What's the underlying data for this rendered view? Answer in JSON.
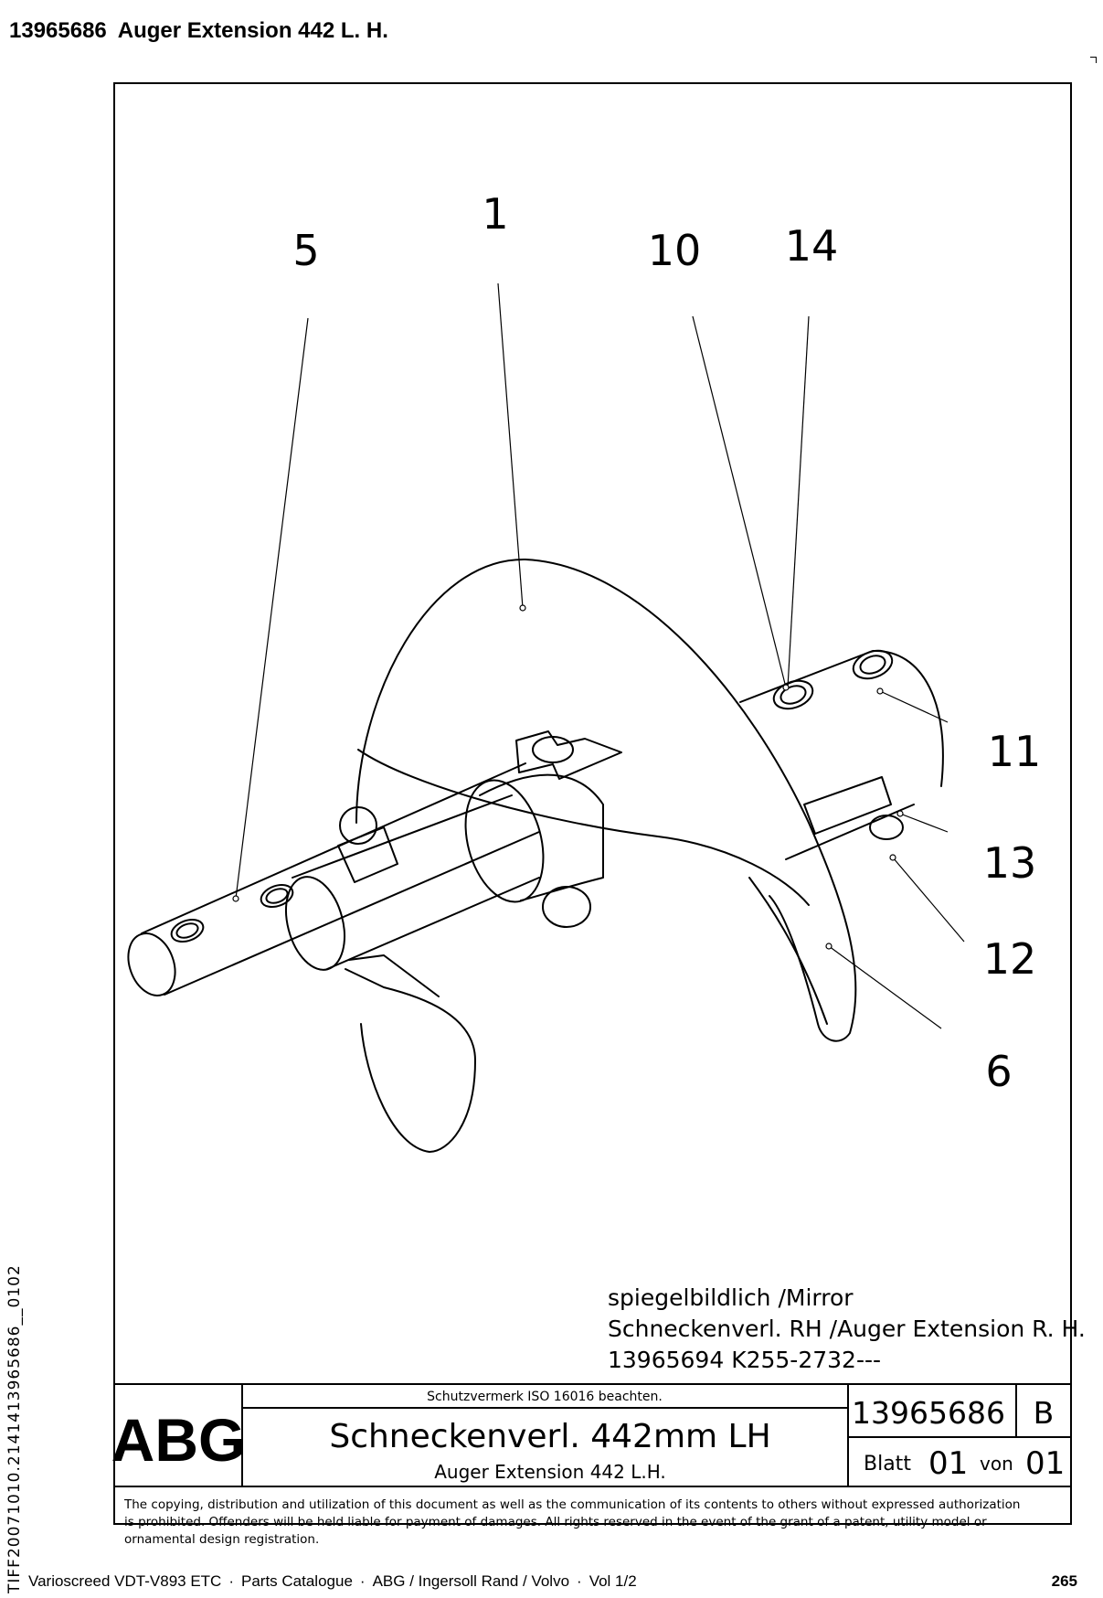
{
  "header": {
    "part_number": "13965686",
    "title": "Auger Extension 442 L. H."
  },
  "callouts": [
    "5",
    "1",
    "10",
    "14",
    "11",
    "13",
    "12",
    "6"
  ],
  "mirror_note": {
    "line1": "spiegelbildlich /Mirror",
    "line2": "Schneckenverl. RH /Auger Extension R. H.",
    "line3": "13965694  K255-2732---"
  },
  "title_block": {
    "logo": "ABG",
    "protection_note": "Schutzvermerk ISO 16016 beachten.",
    "name_de": "Schneckenverl. 442mm LH",
    "name_en": "Auger Extension 442 L.H.",
    "drawing_number": "13965686",
    "revision": "B",
    "sheet_label": "Blatt",
    "sheet": "01",
    "of_label": "von",
    "sheet_total": "01"
  },
  "copyright": {
    "line1": "The copying, distribution and utilization of this document as well as the communication of its contents to others without expressed authorization",
    "line2": "is prohibited. Offenders will be held liable for payment of damages. All rights reserved in the event of the grant of a patent, utility model or",
    "line3": "ornamental design registration."
  },
  "side_code": "TIFF20071010.2141413965686__0102",
  "footer": {
    "series": "Varioscreed VDT-V893 ETC",
    "catalogue": "Parts Catalogue",
    "brand": "ABG / Ingersoll Rand / Volvo",
    "volume": "Vol 1/2",
    "separator": "·"
  },
  "page_number": "265"
}
